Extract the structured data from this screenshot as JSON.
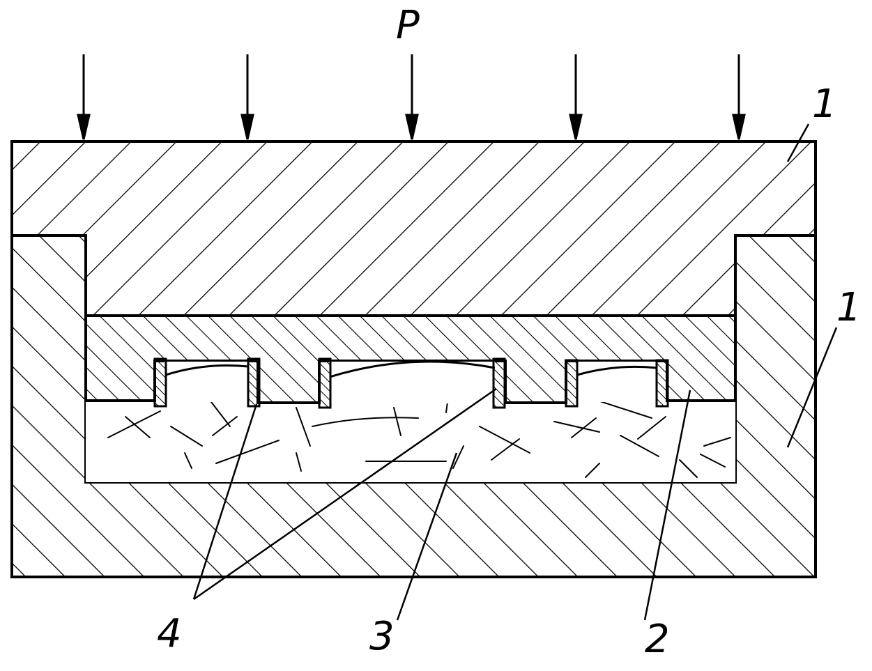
{
  "diagram": {
    "force_label": "P",
    "callouts": {
      "die_top": "1",
      "die_right": "1",
      "plate": "2",
      "filler": "3",
      "inserts": "4"
    }
  },
  "colors": {
    "ink": "#000000",
    "paper": "#ffffff"
  }
}
